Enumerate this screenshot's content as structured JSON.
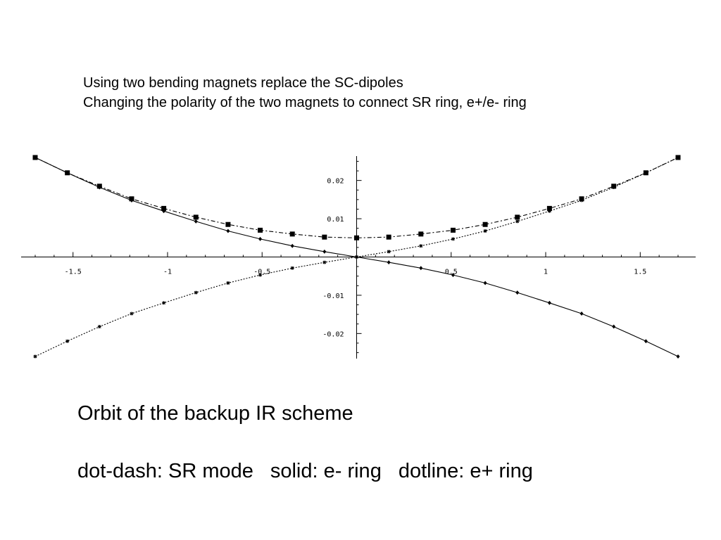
{
  "header": {
    "line1": "Using two bending magnets replace the SC-dipoles",
    "line2": "Changing the polarity of the two magnets to connect SR ring, e+/e- ring"
  },
  "caption": {
    "title": "Orbit of the backup IR scheme",
    "legend_dotdash": "dot-dash: SR mode",
    "legend_solid": "solid: e- ring",
    "legend_dotline": "dotline: e+ ring"
  },
  "chart_data": {
    "type": "line",
    "title": "",
    "xlabel": "",
    "ylabel": "",
    "xlim": [
      -1.7,
      1.7
    ],
    "ylim": [
      -0.026,
      0.026
    ],
    "grid": false,
    "x_ticks": [
      {
        "value": -1.5,
        "label": "-1.5"
      },
      {
        "value": -1,
        "label": "-1"
      },
      {
        "value": -0.5,
        "label": "-0.5"
      },
      {
        "value": 0.5,
        "label": "0.5"
      },
      {
        "value": 1,
        "label": "1"
      },
      {
        "value": 1.5,
        "label": "1.5"
      }
    ],
    "y_ticks": [
      {
        "value": 0.02,
        "label": "0.02"
      },
      {
        "value": 0.01,
        "label": "0.01"
      },
      {
        "value": -0.01,
        "label": "-0.01"
      },
      {
        "value": -0.02,
        "label": "-0.02"
      }
    ],
    "x": [
      -1.7,
      -1.53,
      -1.36,
      -1.19,
      -1.02,
      -0.85,
      -0.68,
      -0.51,
      -0.34,
      -0.17,
      0.0,
      0.17,
      0.34,
      0.51,
      0.68,
      0.85,
      1.02,
      1.19,
      1.36,
      1.53,
      1.7
    ],
    "series": [
      {
        "style": "dot-dash",
        "marker": "square",
        "values": [
          0.026,
          0.022,
          0.0185,
          0.0152,
          0.0127,
          0.0104,
          0.0085,
          0.007,
          0.006,
          0.0052,
          0.005,
          0.0052,
          0.006,
          0.007,
          0.0085,
          0.0104,
          0.0127,
          0.0152,
          0.0185,
          0.022,
          0.026
        ]
      },
      {
        "style": "solid",
        "marker": "diamond",
        "values": [
          0.026,
          0.022,
          0.0182,
          0.0148,
          0.012,
          0.0093,
          0.0068,
          0.0047,
          0.0029,
          0.0014,
          0.0,
          -0.0014,
          -0.0029,
          -0.0047,
          -0.0068,
          -0.0093,
          -0.012,
          -0.0148,
          -0.0182,
          -0.022,
          -0.026
        ]
      },
      {
        "style": "dotted",
        "marker": "star",
        "values": [
          -0.026,
          -0.022,
          -0.0182,
          -0.0148,
          -0.012,
          -0.0093,
          -0.0068,
          -0.0047,
          -0.0029,
          -0.0014,
          0.0,
          0.0014,
          0.0029,
          0.0047,
          0.0068,
          0.0093,
          0.012,
          0.0148,
          0.0182,
          0.022,
          0.026
        ]
      }
    ]
  }
}
